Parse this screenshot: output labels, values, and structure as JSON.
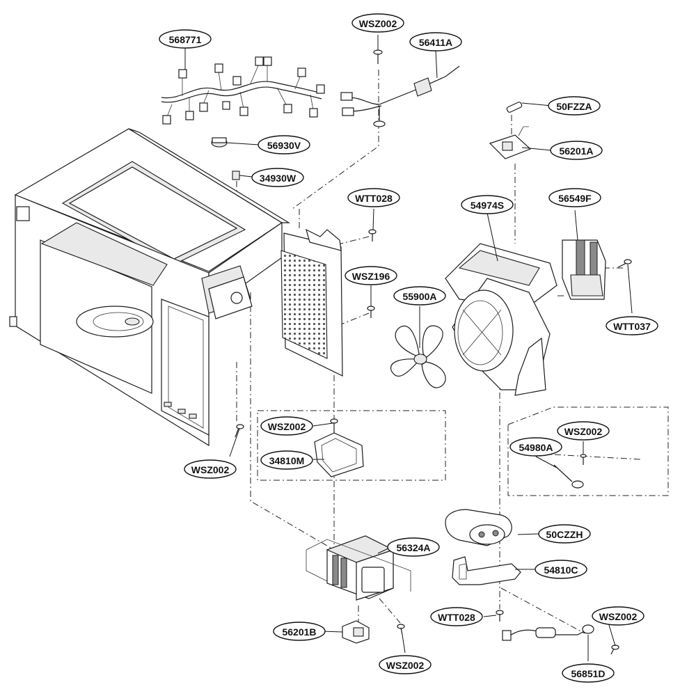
{
  "callouts": [
    {
      "id": "c-568771",
      "label": "568771"
    },
    {
      "id": "c-wsz002-top",
      "label": "WSZ002"
    },
    {
      "id": "c-56411a",
      "label": "56411A"
    },
    {
      "id": "c-50fzza",
      "label": "50FZZA"
    },
    {
      "id": "c-56930v",
      "label": "56930V"
    },
    {
      "id": "c-56201a",
      "label": "56201A"
    },
    {
      "id": "c-34930w",
      "label": "34930W"
    },
    {
      "id": "c-wtt028-top",
      "label": "WTT028"
    },
    {
      "id": "c-54974s",
      "label": "54974S"
    },
    {
      "id": "c-56549f",
      "label": "56549F"
    },
    {
      "id": "c-wsz196",
      "label": "WSZ196"
    },
    {
      "id": "c-55900a",
      "label": "55900A"
    },
    {
      "id": "c-wtt037",
      "label": "WTT037"
    },
    {
      "id": "c-wsz002-mid",
      "label": "WSZ002"
    },
    {
      "id": "c-34810m",
      "label": "34810M"
    },
    {
      "id": "c-wsz002-right",
      "label": "WSZ002"
    },
    {
      "id": "c-54980a",
      "label": "54980A"
    },
    {
      "id": "c-wsz002-left",
      "label": "WSZ002"
    },
    {
      "id": "c-50czzh",
      "label": "50CZZH"
    },
    {
      "id": "c-56324a",
      "label": "56324A"
    },
    {
      "id": "c-54810c",
      "label": "54810C"
    },
    {
      "id": "c-wtt028-bottom",
      "label": "WTT028"
    },
    {
      "id": "c-wsz002-br",
      "label": "WSZ002"
    },
    {
      "id": "c-56201b",
      "label": "56201B"
    },
    {
      "id": "c-wsz002-bottom",
      "label": "WSZ002"
    },
    {
      "id": "c-56851d",
      "label": "56851D"
    }
  ]
}
